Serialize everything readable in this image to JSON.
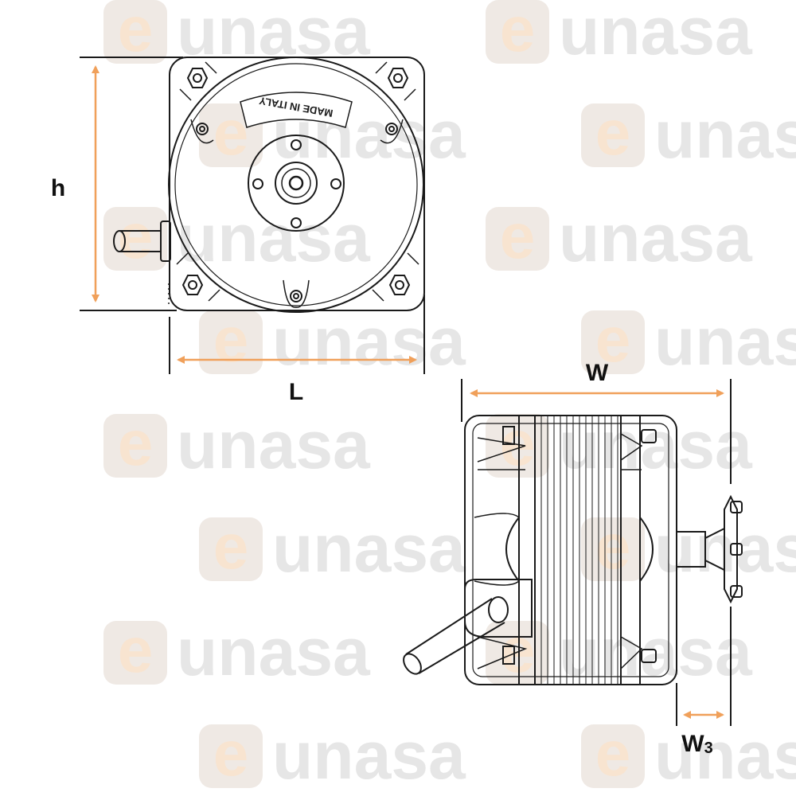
{
  "watermark": {
    "text": "unasa",
    "logo_letter": "e",
    "text_color": "#e6e6e6",
    "badge_color": "#efe9e4",
    "badge_letter_color": "#f8e4d0"
  },
  "drawing": {
    "stamp_text": "MADE IN ITALY",
    "line_color": "#1a1a1a",
    "arrow_color": "#f0a05a"
  },
  "dimensions": {
    "h": "h",
    "L": "L",
    "W": "W",
    "W3_main": "W",
    "W3_sub": "3"
  }
}
